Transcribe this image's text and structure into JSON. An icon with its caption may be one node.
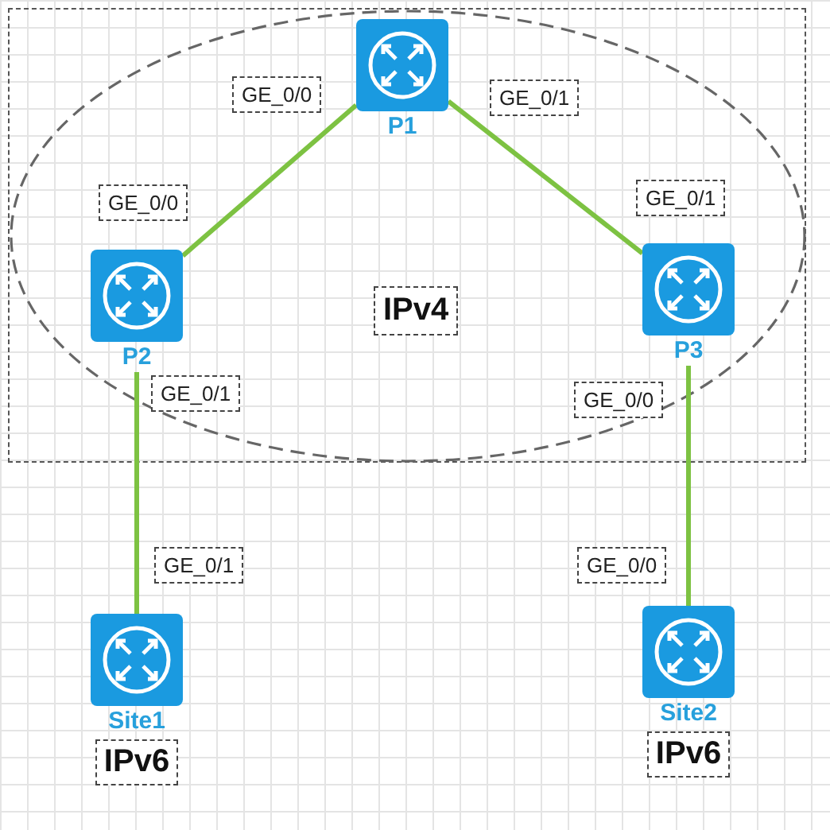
{
  "diagram": {
    "nodes": [
      {
        "text": [
          "IPv4"
        ]
      },
      {
        "text": [
          "P1"
        ],
        "in": 0
      },
      {
        "text": [
          "P2"
        ],
        "in": 0
      },
      {
        "text": [
          "P3"
        ],
        "in": 0
      },
      {
        "text": [
          "Site1"
        ],
        "beside": [
          "IPv6"
        ]
      },
      {
        "text": [
          "Site2"
        ],
        "beside": [
          "IPv6"
        ]
      }
    ],
    "edges": [
      {
        "from": 1,
        "to": 2,
        "arrow": "none"
      },
      {
        "from": 1,
        "to": 3,
        "arrow": "none"
      },
      {
        "from": 2,
        "to": 4,
        "arrow": "none"
      },
      {
        "from": 3,
        "to": 5,
        "arrow": "none"
      }
    ],
    "labels": [
      "GE_0/0",
      "GE_0/1",
      "GE_0/0",
      "GE_0/1",
      "GE_0/1",
      "GE_0/0",
      "GE_0/1",
      "GE_0/0"
    ]
  }
}
